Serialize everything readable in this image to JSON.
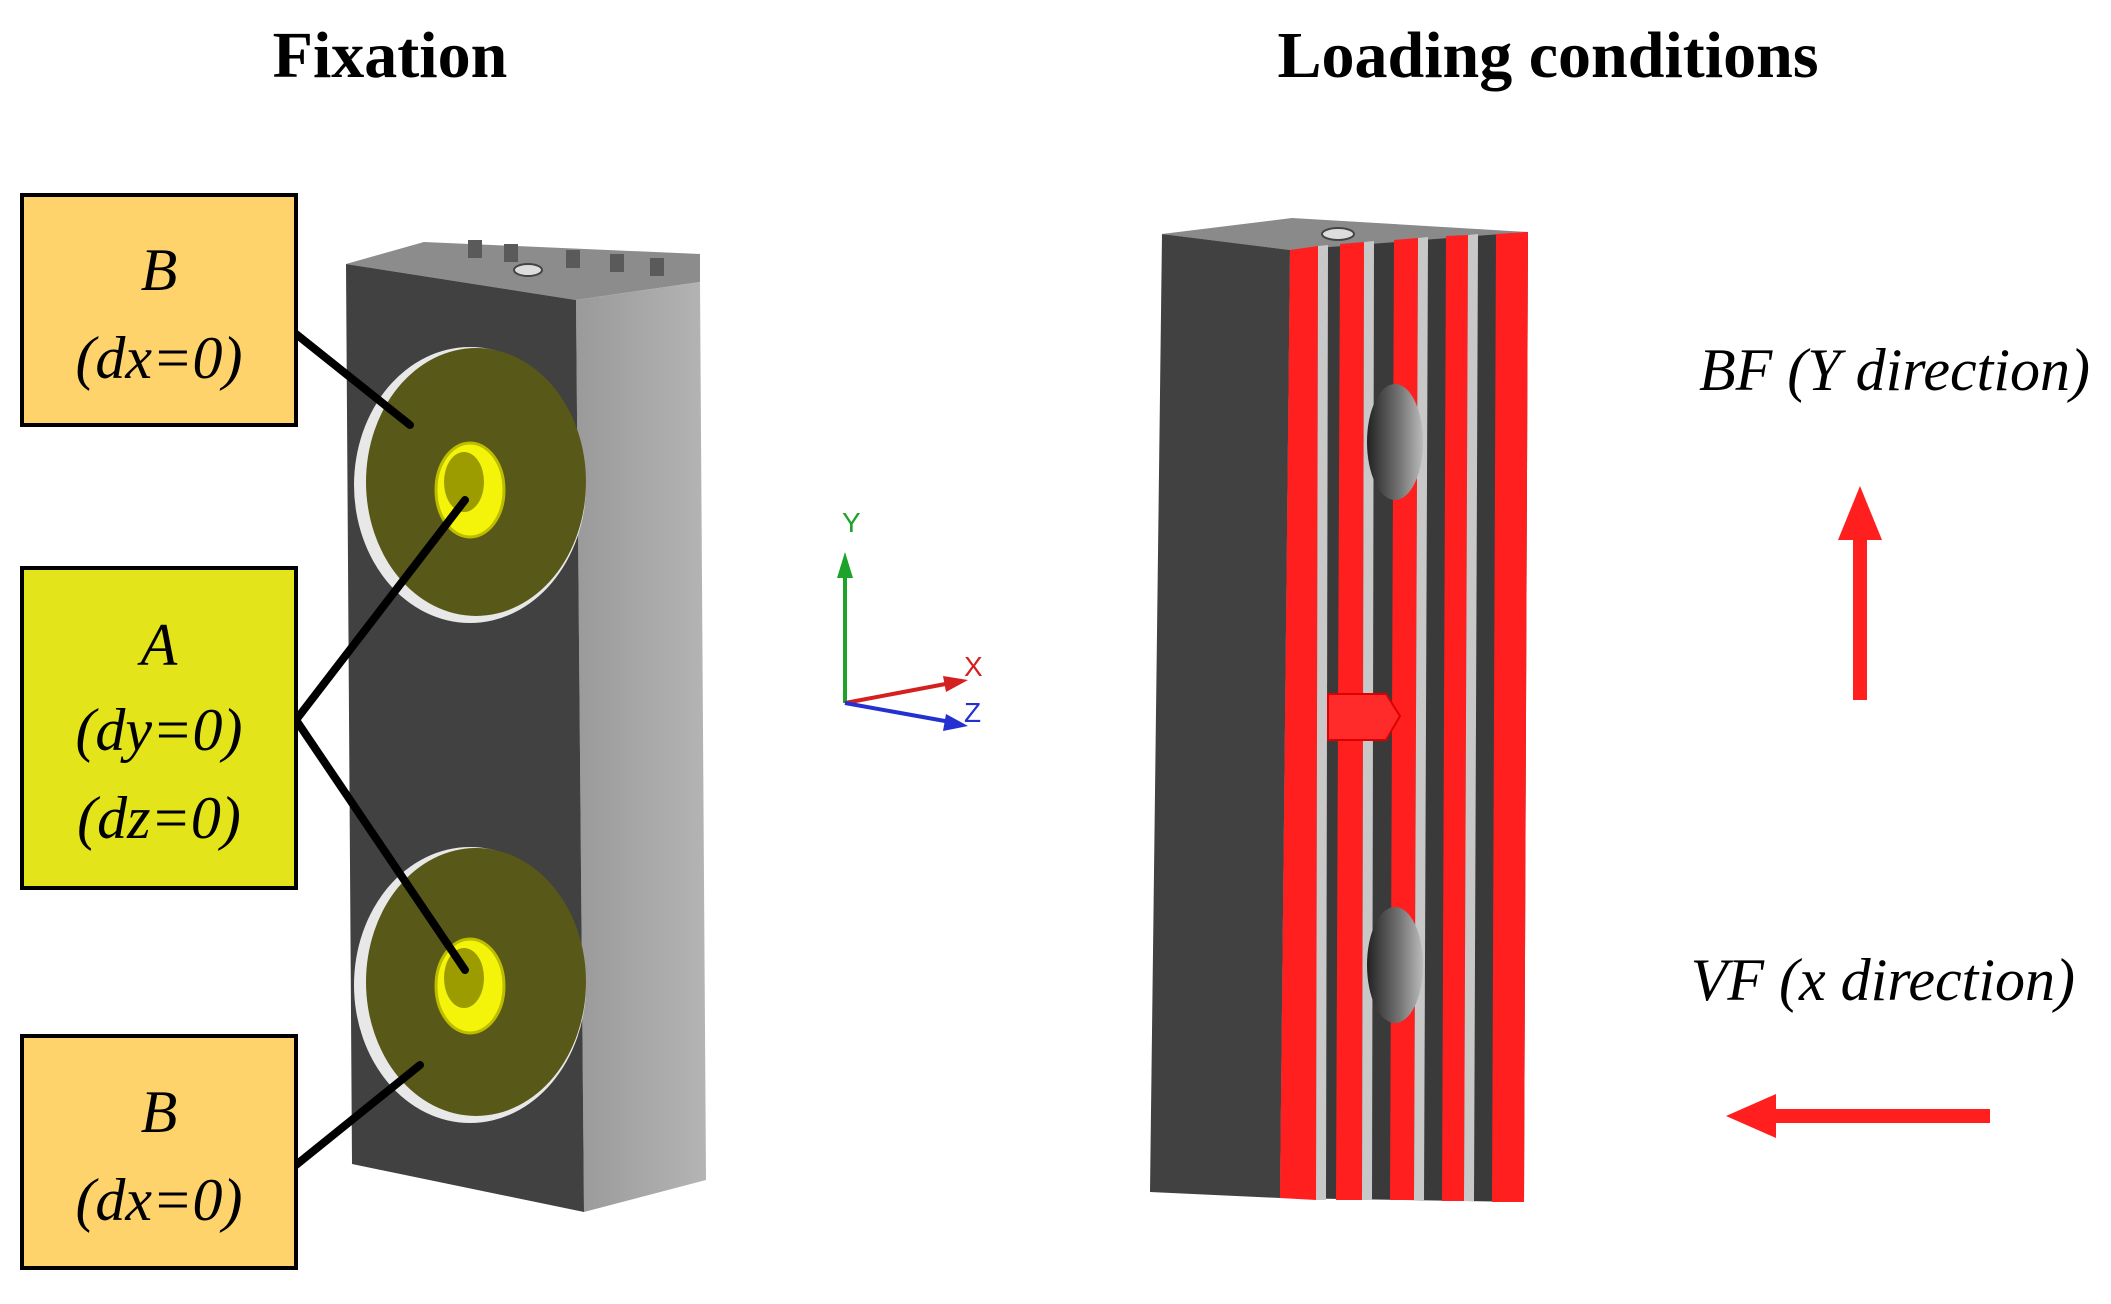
{
  "titles": {
    "fixation": "Fixation",
    "loading": "Loading conditions"
  },
  "fixation": {
    "box_top": {
      "line1": "B",
      "line2": "(dx=0)"
    },
    "box_mid": {
      "line1": "A",
      "line2": "(dy=0)",
      "line3": "(dz=0)"
    },
    "box_bottom": {
      "line1": "B",
      "line2": "(dx=0)"
    }
  },
  "axes": {
    "y": "Y",
    "x": "X",
    "z": "Z"
  },
  "loading": {
    "bf_label": "BF (Y direction)",
    "vf_label": "VF (x direction)"
  },
  "colors": {
    "box_b": "#FFD36B",
    "box_a": "#E4E41A",
    "block_dark": "#3E3E3E",
    "block_side": "#A8A8A8",
    "load_red": "#FF1F1F",
    "axis_y": "#1DA32A",
    "axis_x": "#D42020",
    "axis_z": "#2430D0"
  }
}
